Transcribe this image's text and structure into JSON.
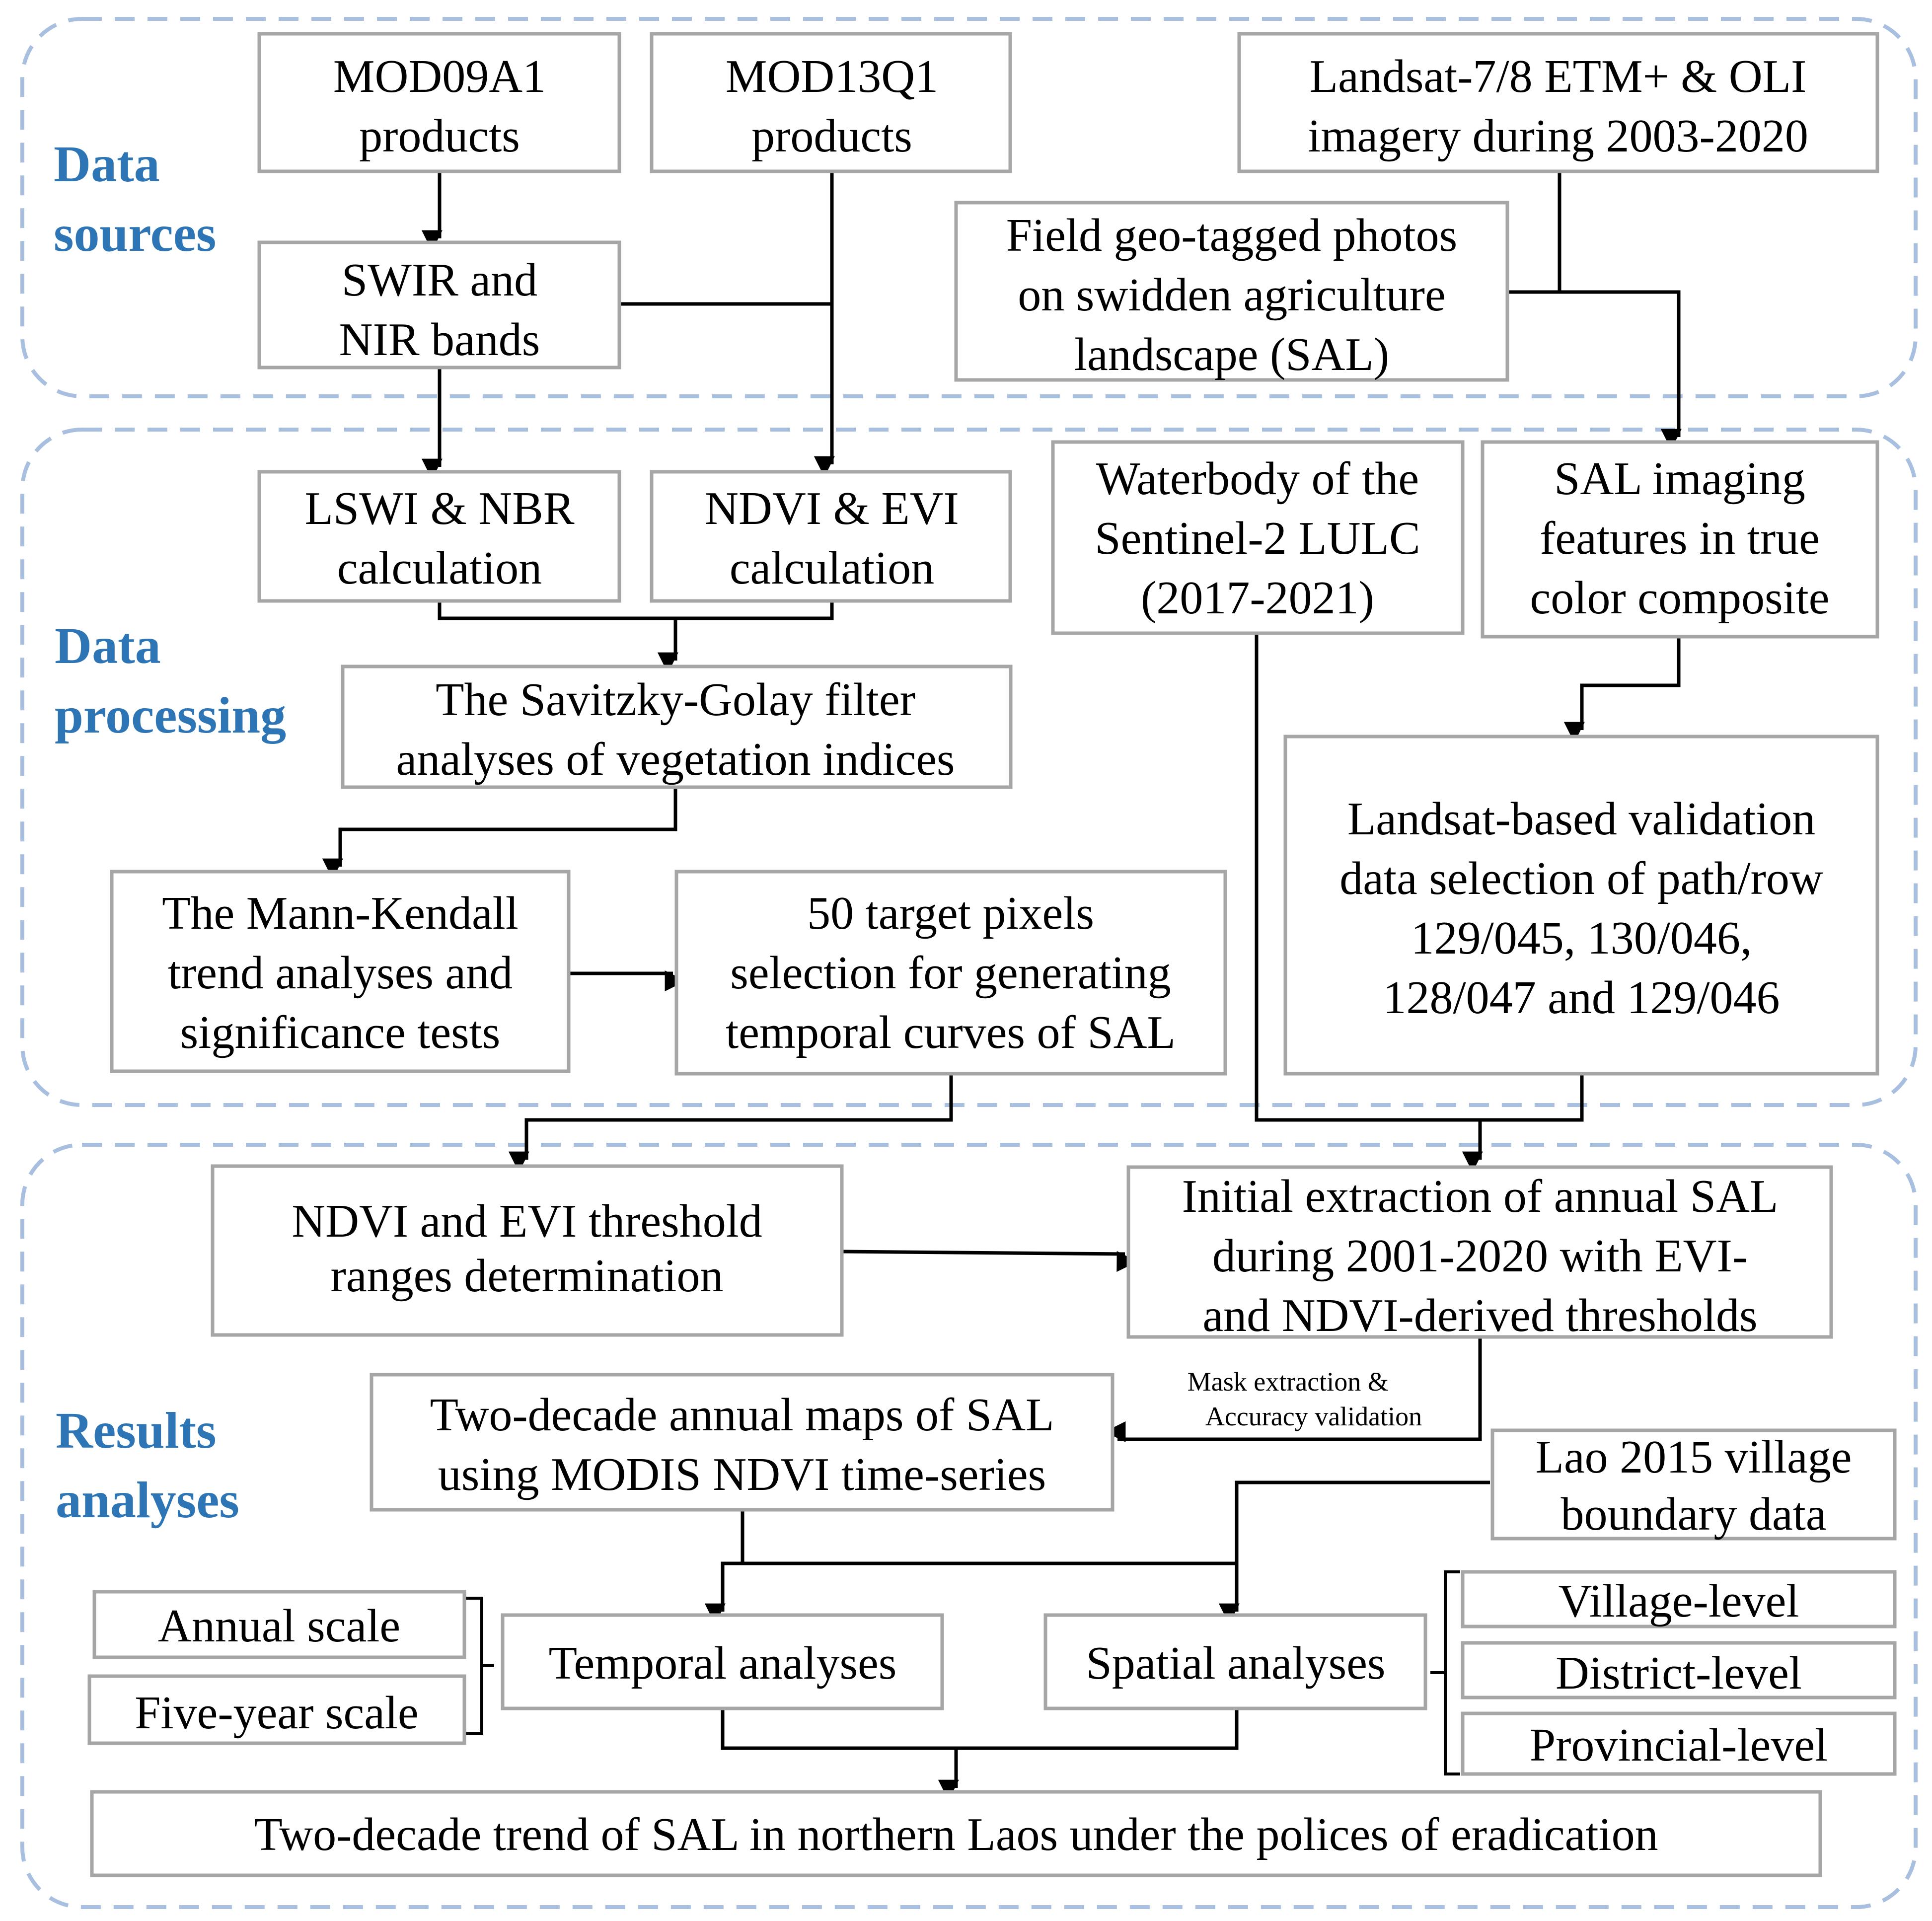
{
  "sections": {
    "data_sources": [
      "Data",
      "sources"
    ],
    "data_processing": [
      "Data",
      "processing"
    ],
    "results_analyses": [
      "Results",
      "analyses"
    ]
  },
  "boxes": {
    "mod09a1": [
      "MOD09A1",
      "products"
    ],
    "mod13q1": [
      "MOD13Q1",
      "products"
    ],
    "landsat": [
      "Landsat-7/8 ETM+ & OLI",
      "imagery during 2003-2020"
    ],
    "field_photos": [
      "Field geo-tagged photos",
      "on swidden agriculture",
      "landscape (SAL)"
    ],
    "swir_nir": [
      "SWIR and",
      "NIR bands"
    ],
    "lswi_nbr": [
      "LSWI & NBR",
      "calculation"
    ],
    "ndvi_evi": [
      "NDVI & EVI",
      "calculation"
    ],
    "waterbody": [
      "Waterbody of the",
      "Sentinel-2 LULC",
      "(2017-2021)"
    ],
    "sal_imaging": [
      "SAL imaging",
      "features in true",
      "color composite"
    ],
    "savitzky": [
      "The Savitzky-Golay filter",
      "analyses of vegetation indices"
    ],
    "landsat_validation": [
      "Landsat-based validation",
      "data selection of path/row",
      "129/045, 130/046,",
      "128/047 and 129/046"
    ],
    "mann_kendall": [
      "The Mann-Kendall",
      "trend analyses and",
      "significance tests"
    ],
    "target_pixels": [
      "50 target pixels",
      "selection for generating",
      "temporal curves of SAL"
    ],
    "thresholds": [
      "NDVI and EVI threshold",
      "ranges determination"
    ],
    "initial_extraction": [
      "Initial extraction of annual SAL",
      "during 2001-2020 with EVI-",
      "and NDVI-derived thresholds"
    ],
    "annual_maps": [
      "Two-decade annual maps of SAL",
      "using MODIS NDVI time-series"
    ],
    "lao_village": [
      "Lao 2015 village",
      "boundary data"
    ],
    "annual_scale": [
      "Annual scale"
    ],
    "five_year_scale": [
      "Five-year scale"
    ],
    "temporal": [
      "Temporal analyses"
    ],
    "spatial": [
      "Spatial analyses"
    ],
    "village_level": [
      "Village-level"
    ],
    "district_level": [
      "District-level"
    ],
    "provincial_level": [
      "Provincial-level"
    ],
    "trend": [
      "Two-decade trend of SAL in northern Laos under the polices of eradication"
    ]
  },
  "edge_labels": {
    "mask_validation": [
      "Mask extraction &",
      "Accuracy validation"
    ]
  },
  "colors": {
    "section_border": "#a9bfe0",
    "section_label": "#2e75b6",
    "box_border": "#a6a6a6",
    "arrow": "#000000"
  }
}
